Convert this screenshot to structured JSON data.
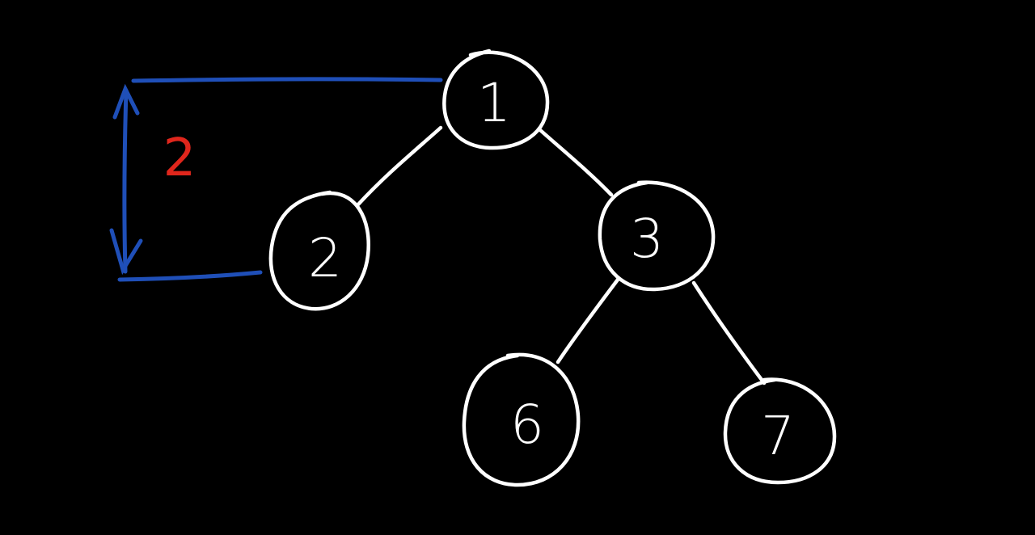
{
  "diagram": {
    "nodes": [
      {
        "id": "n1",
        "label": "1"
      },
      {
        "id": "n2",
        "label": "2"
      },
      {
        "id": "n3",
        "label": "3"
      },
      {
        "id": "n6",
        "label": "6"
      },
      {
        "id": "n7",
        "label": "7"
      }
    ],
    "edges": [
      {
        "from": "1",
        "to": "2"
      },
      {
        "from": "1",
        "to": "3"
      },
      {
        "from": "3",
        "to": "6"
      },
      {
        "from": "3",
        "to": "7"
      }
    ],
    "measurement": {
      "label": "2"
    }
  },
  "colors": {
    "background": "#000000",
    "stroke": "#ffffff",
    "measure_line": "#1f4fb8",
    "measure_label": "#e0261c"
  }
}
